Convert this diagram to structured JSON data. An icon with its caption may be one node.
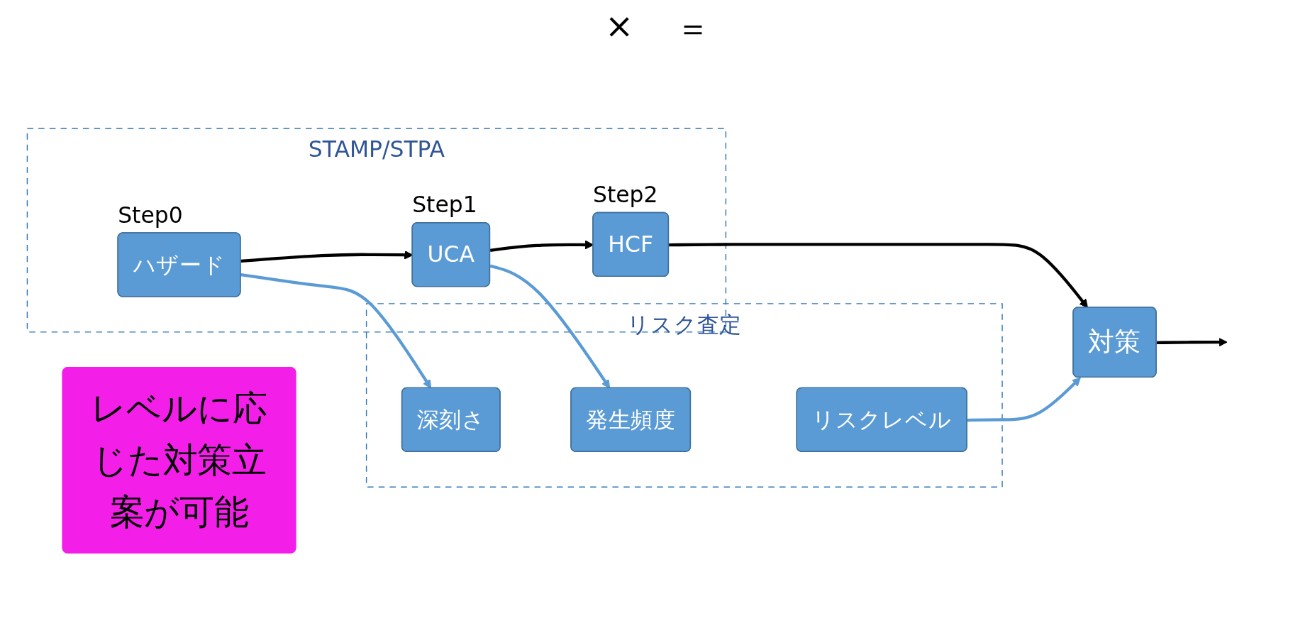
{
  "diagram": {
    "nodes": [
      {
        "text": [
          "STAMP/STPA"
        ]
      },
      {
        "text": [
          "ハザード"
        ],
        "in": 0,
        "beside": [
          "Step0"
        ]
      },
      {
        "text": [
          "UCA"
        ],
        "in": 0,
        "beside": [
          "Step1"
        ]
      },
      {
        "text": [
          "HCF"
        ],
        "in": 0,
        "beside": [
          "Step2"
        ]
      },
      {
        "text": [
          "対策"
        ]
      },
      {
        "text": [
          "リスク査定"
        ]
      },
      {
        "text": [
          "深刻さ"
        ],
        "in": 5
      },
      {
        "text": [
          "発生頻度"
        ],
        "in": 5
      },
      {
        "text": [
          "リスクレベル"
        ],
        "in": 5
      },
      {
        "text": [
          "レベルに応じた対策立案が可能"
        ]
      }
    ],
    "edges": [
      {
        "from": 1,
        "to": 2,
        "arrow": "to"
      },
      {
        "from": 2,
        "to": 3,
        "arrow": "to"
      },
      {
        "from": 3,
        "to": 4,
        "arrow": "to"
      },
      {
        "from": 4,
        "to": null,
        "arrow": "to"
      },
      {
        "from": 1,
        "to": 6,
        "arrow": "to",
        "color": "#5b9bd5"
      },
      {
        "from": 2,
        "to": 7,
        "arrow": "to",
        "color": "#5b9bd5"
      },
      {
        "from": 8,
        "to": 4,
        "arrow": "to",
        "color": "#5b9bd5"
      }
    ],
    "labels": [
      "×",
      "＝"
    ]
  }
}
